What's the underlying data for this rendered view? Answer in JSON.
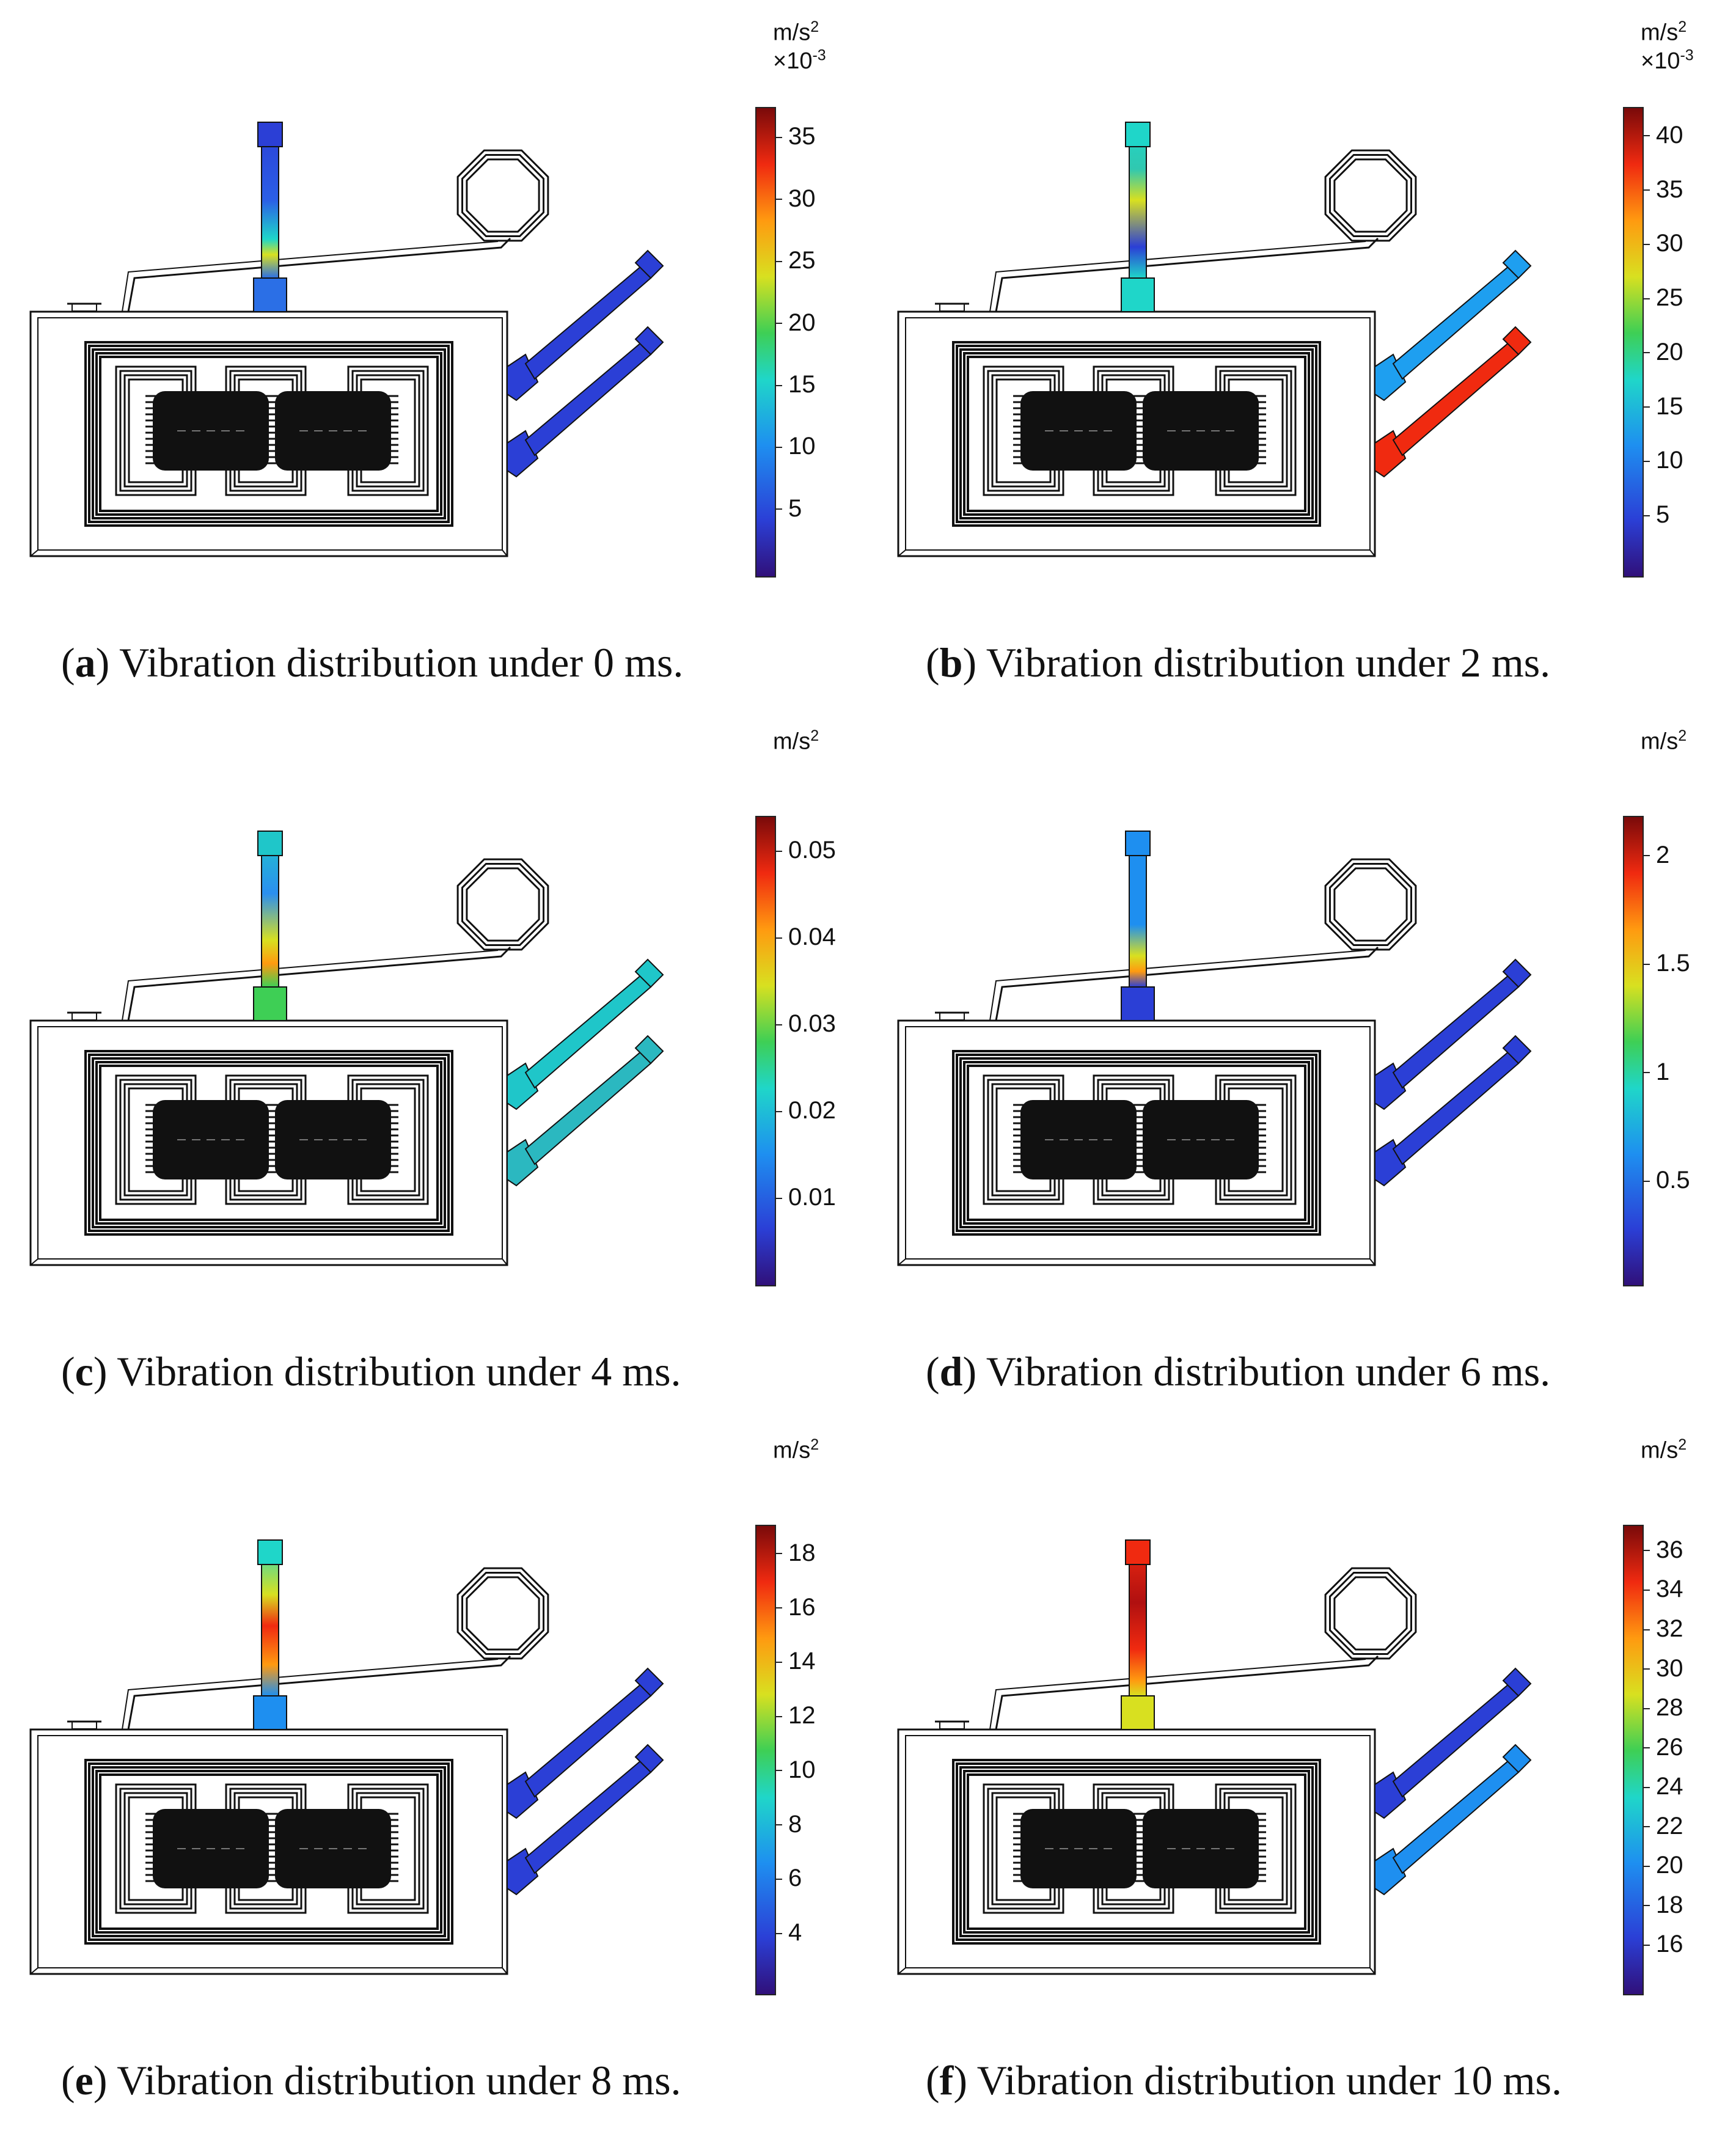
{
  "panels": [
    {
      "letter": "a",
      "caption": "Vibration distribution under 0 ms.",
      "unit": "m/s",
      "unit_exp": "2",
      "scale": "×10",
      "scale_exp": "-3",
      "ticks": [
        "35",
        "30",
        "25",
        "20",
        "15",
        "10",
        "5"
      ],
      "colors": {
        "rod": "mixed",
        "pipe_upper": "#2b3fd6",
        "pipe_lower": "#2b3fd6"
      }
    },
    {
      "letter": "b",
      "caption": "Vibration distribution under 2 ms.",
      "unit": "m/s",
      "unit_exp": "2",
      "scale": "×10",
      "scale_exp": "-3",
      "ticks": [
        "40",
        "35",
        "30",
        "25",
        "20",
        "15",
        "10",
        "5"
      ],
      "colors": {
        "rod": "mixed",
        "pipe_upper": "#1e9ff0",
        "pipe_lower": "#f02a10"
      }
    },
    {
      "letter": "c",
      "caption": "Vibration distribution under 4 ms.",
      "unit": "m/s",
      "unit_exp": "2",
      "scale": "",
      "scale_exp": "",
      "ticks": [
        "0.05",
        "0.04",
        "0.03",
        "0.02",
        "0.01"
      ],
      "colors": {
        "rod": "mixed",
        "pipe_upper": "#1fc6c9",
        "pipe_lower": "#2bb8c0"
      }
    },
    {
      "letter": "d",
      "caption": "Vibration distribution under 6 ms.",
      "unit": "m/s",
      "unit_exp": "2",
      "scale": "",
      "scale_exp": "",
      "ticks": [
        "2",
        "1.5",
        "1",
        "0.5"
      ],
      "colors": {
        "rod": "mixed",
        "pipe_upper": "#2b3fd6",
        "pipe_lower": "#2b3fd6"
      }
    },
    {
      "letter": "e",
      "caption": "Vibration distribution under 8 ms.",
      "unit": "m/s",
      "unit_exp": "2",
      "scale": "",
      "scale_exp": "",
      "ticks": [
        "18",
        "16",
        "14",
        "12",
        "10",
        "8",
        "6",
        "4"
      ],
      "colors": {
        "rod": "mixed",
        "pipe_upper": "#2b3fd6",
        "pipe_lower": "#2b3fd6"
      }
    },
    {
      "letter": "f",
      "caption": "Vibration distribution under 10 ms.",
      "unit": "m/s",
      "unit_exp": "2",
      "scale": "",
      "scale_exp": "",
      "ticks": [
        "36",
        "34",
        "32",
        "30",
        "28",
        "26",
        "24",
        "22",
        "20",
        "18",
        "16"
      ],
      "colors": {
        "rod": "mixed",
        "pipe_upper": "#2b3fd6",
        "pipe_lower": "#1e8ff0"
      }
    }
  ]
}
